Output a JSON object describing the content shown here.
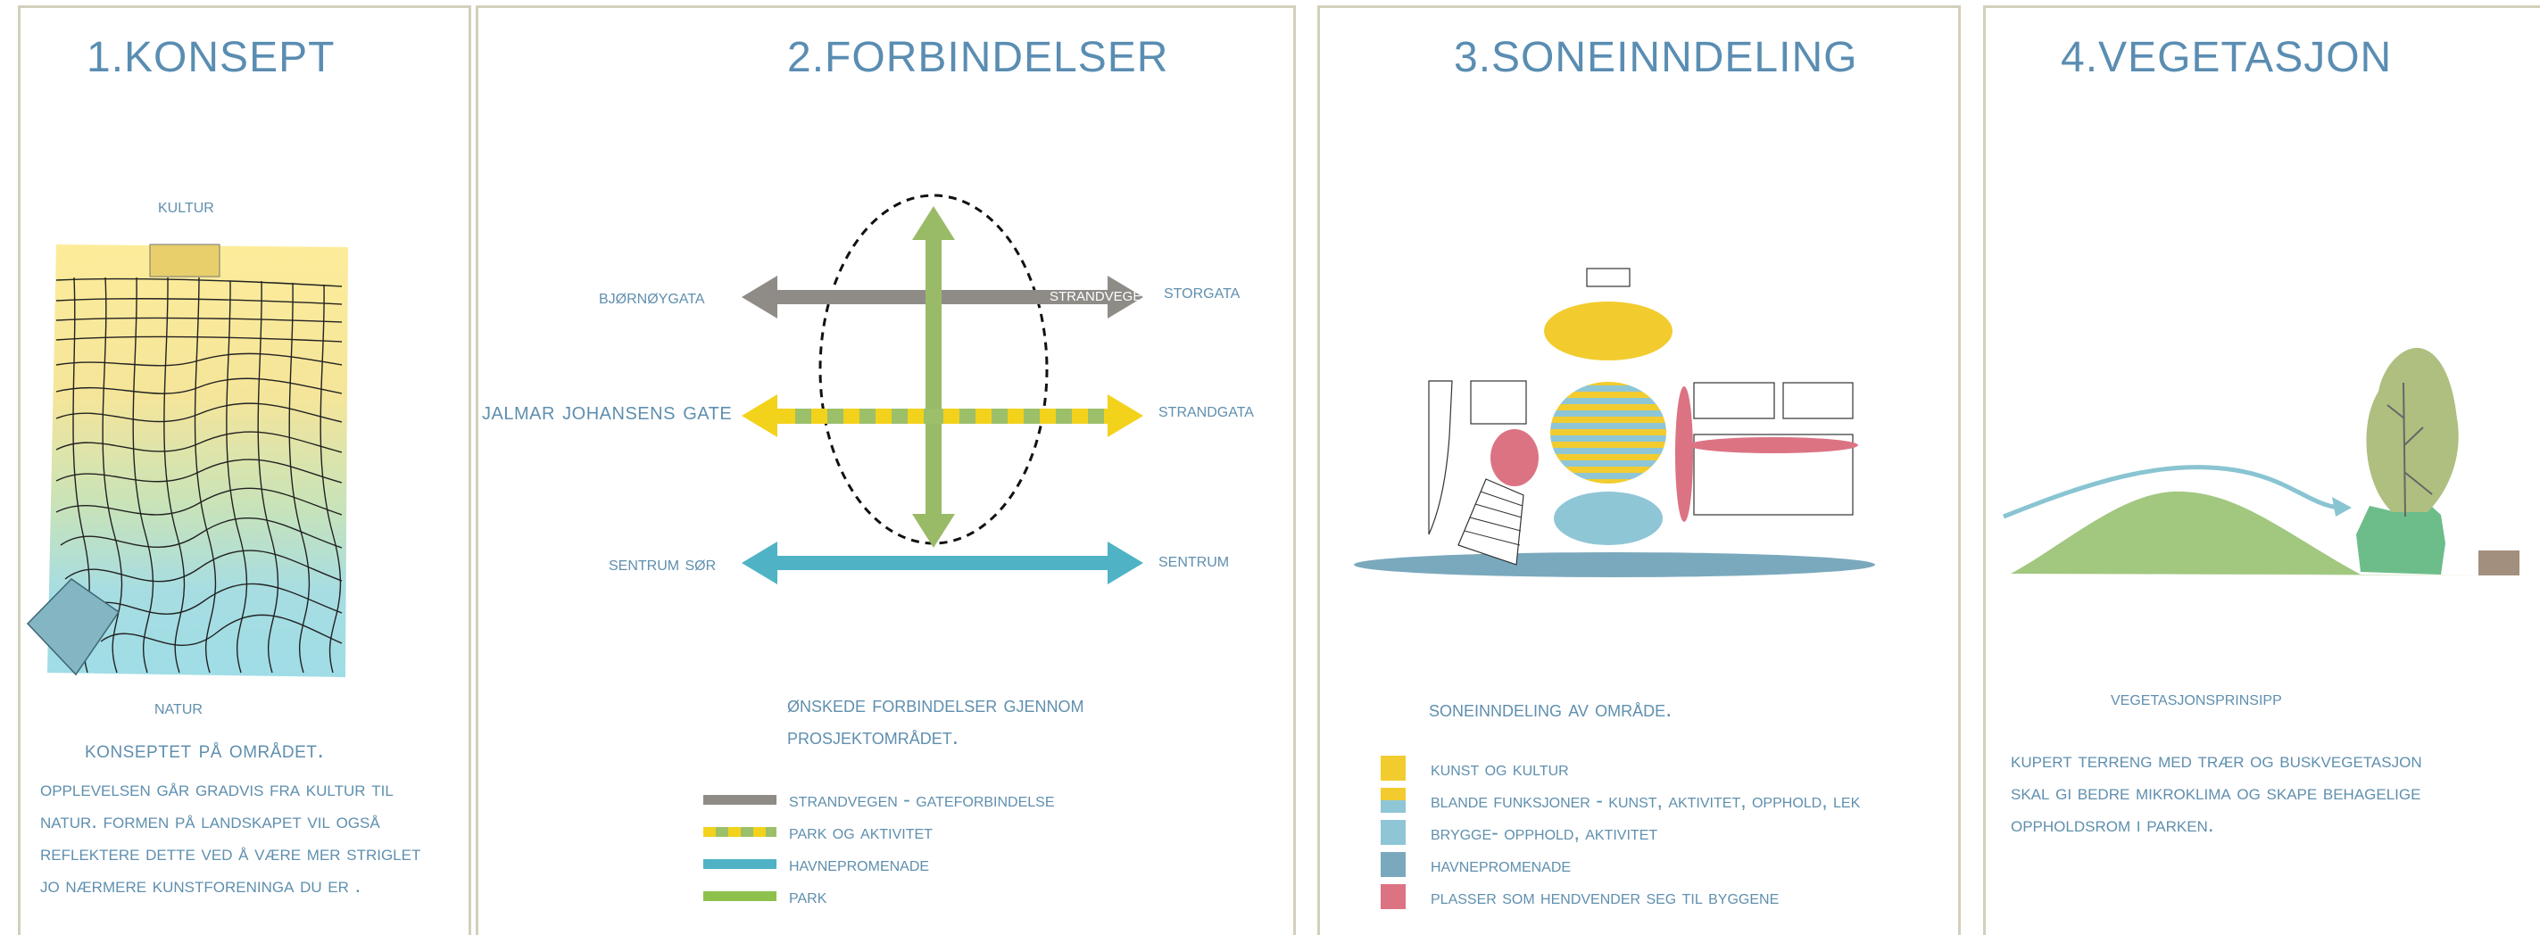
{
  "panels": {
    "konsept": {
      "title": "1.KONSEPT",
      "label_top": "KULTUR",
      "label_bottom": "NATUR",
      "subheading": "Konseptet på området.",
      "description": [
        "opplevelsen går gradvis fra kultur til",
        "natur. formen på landskapet vil også",
        "reflektere dette ved å være mer striglet",
        "jo nærmere kunstforeninga du er ."
      ]
    },
    "forbindelser": {
      "title": "2.FORBINDELSER",
      "street_labels": {
        "bjornoygata": "BJØRNØYGATA",
        "storgata": "STORGATA",
        "strandvegen": "STRANDVEGEN",
        "jalmar": "Jalmar Johansens gate",
        "strandgata": "STRANDGATA",
        "sentrum_sor": "SENTRUM SØR",
        "sentrum": "SENTRUM"
      },
      "caption": [
        "Ønskede forbindelser gjennom",
        "prosjektområdet."
      ],
      "legend": [
        {
          "label": "STRANDVEGEN - GATEFORBINDELSE",
          "color": "#8f8c88",
          "pattern": "solid"
        },
        {
          "label": "PARK OG AKTIVITET",
          "color": "#f3d21c",
          "color2": "#9cbf6a",
          "pattern": "dashed"
        },
        {
          "label": "HAVNEPROMENADE",
          "color": "#4fb3c5",
          "pattern": "solid"
        },
        {
          "label": "PARK",
          "color": "#8dc14c",
          "pattern": "solid"
        }
      ],
      "colors": {
        "grey": "#8f8c88",
        "yellow": "#f3d21c",
        "green": "#99bb67",
        "teal": "#4fb3c5"
      }
    },
    "soneinndeling": {
      "title": "3.SONEINNDELING",
      "caption": "soneinndeling av område.",
      "legend": [
        {
          "label": "KUNST OG KULTUR",
          "color": "#f2cc2f"
        },
        {
          "label": "BLANDE FUNKSJONER - KUNST, AKTIVITET, OPPHOLD, LEK",
          "color": "#f2cc2f",
          "color2": "#8ec6d6"
        },
        {
          "label": "BRYGGE- OPPHOLD, AKTIVITET",
          "color": "#8ec6d6"
        },
        {
          "label": "HAVNEPROMENADE",
          "color": "#7aa9bd"
        },
        {
          "label": "PLASSER SOM HENDVENDER SEG TIL BYGGENE",
          "color": "#dc7383"
        }
      ]
    },
    "vegetasjon": {
      "title": "4.VEGETASJON",
      "caption": "VEGETASJONSPRINSIPP",
      "description": [
        "kupert terreng med trær og buskvegetasjon",
        "skal gi bedre mikroklima og skape behagelige",
        "oppholdsrom i parken."
      ]
    }
  }
}
